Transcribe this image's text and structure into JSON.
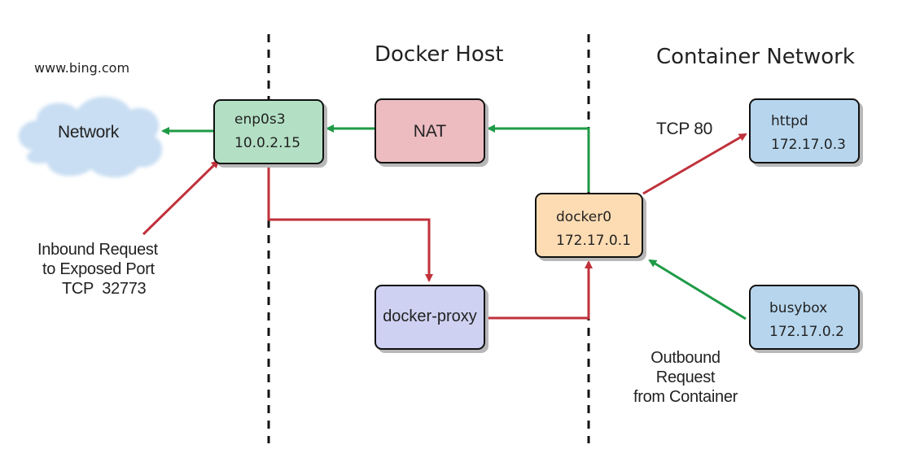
{
  "headings": {
    "docker_host": "Docker Host",
    "container_network": "Container Network"
  },
  "external": {
    "site": "www.bing.com",
    "cloud_label": "Network"
  },
  "nodes": {
    "enp0s3": {
      "name": "enp0s3",
      "ip": "10.0.2.15",
      "color": "#b3e0c4"
    },
    "nat": {
      "name": "NAT",
      "color": "#ecbcc1"
    },
    "docker0": {
      "name": "docker0",
      "ip": "172.17.0.1",
      "color": "#fddcb3"
    },
    "docker_proxy": {
      "name": "docker-proxy",
      "color": "#cfd1f2"
    },
    "httpd": {
      "name": "httpd",
      "ip": "172.17.0.3",
      "color": "#b7d6ee"
    },
    "busybox": {
      "name": "busybox",
      "ip": "172.17.0.2",
      "color": "#b7d6ee"
    }
  },
  "annotations": {
    "tcp80": "TCP 80",
    "inbound": [
      "Inbound Request",
      "to Exposed Port",
      "TCP  32773"
    ],
    "outbound": [
      "Outbound",
      "Request",
      "from Container"
    ]
  },
  "colors": {
    "outbound_arrow": "#1e9a46",
    "inbound_arrow": "#c0313b",
    "cloud": "#c9def3"
  }
}
